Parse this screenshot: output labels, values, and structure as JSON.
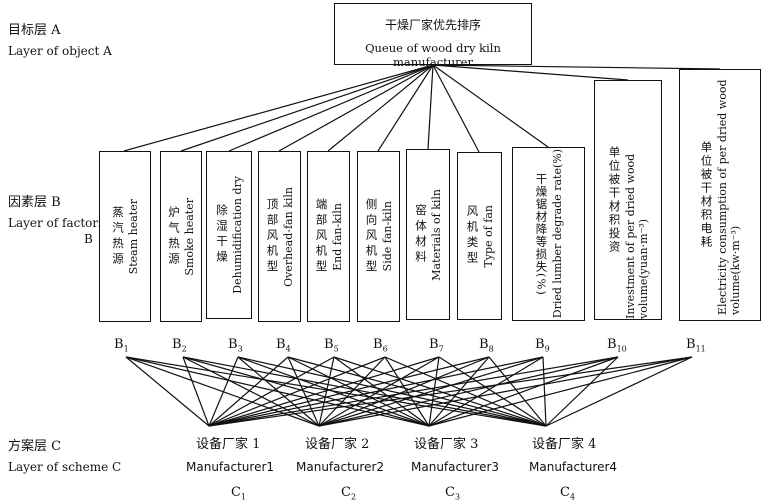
{
  "layers": {
    "objective": {
      "cn": "目标层 A",
      "en": "Layer of object A"
    },
    "factors": {
      "cn": "因素层 B",
      "en": "Layer of factors",
      "en_suffix": "B"
    },
    "scheme": {
      "cn": "方案层 C",
      "en": "Layer of scheme C"
    }
  },
  "goal": {
    "cn": "干燥厂家优先排序",
    "en": "Queue of wood dry kiln manufacturer"
  },
  "factors": [
    {
      "id": "B",
      "sub": "1",
      "cn": "蒸汽热源",
      "en": "Steam heater"
    },
    {
      "id": "B",
      "sub": "2",
      "cn": "炉气热源",
      "en": "Smoke heater"
    },
    {
      "id": "B",
      "sub": "3",
      "cn": "除湿干燥",
      "en": "Dehumidification dry"
    },
    {
      "id": "B",
      "sub": "4",
      "cn": "顶部风机型",
      "en": "Overhead-fan kiln"
    },
    {
      "id": "B",
      "sub": "5",
      "cn": "端部风机型",
      "en": "End fan-kiln"
    },
    {
      "id": "B",
      "sub": "6",
      "cn": "侧向风机型",
      "en": "Side fan-kiln"
    },
    {
      "id": "B",
      "sub": "7",
      "cn": "窑体材料",
      "en": "Materials of kiln"
    },
    {
      "id": "B",
      "sub": "8",
      "cn": "风机类型",
      "en": "Type of fan"
    },
    {
      "id": "B",
      "sub": "9",
      "cn": "干燥锯材降等损失(%)",
      "en": "Dried lumber degrade rate(%)"
    },
    {
      "id": "B",
      "sub": "10",
      "cn": "单位被干材积投资",
      "en": "Investment of per dried wood volume(yuan·m⁻³)"
    },
    {
      "id": "B",
      "sub": "11",
      "cn": "单位被干材积电耗",
      "en": "Electricity consumption of per dried wood volume(kw·m⁻³)"
    }
  ],
  "alternatives": [
    {
      "cn": "设备厂家 1",
      "en": "Manufacturer1",
      "id": "C",
      "sub": "1"
    },
    {
      "cn": "设备厂家 2",
      "en": "Manufacturer2",
      "id": "C",
      "sub": "2"
    },
    {
      "cn": "设备厂家 3",
      "en": "Manufacturer3",
      "id": "C",
      "sub": "3"
    },
    {
      "cn": "设备厂家 4",
      "en": "Manufacturer4",
      "id": "C",
      "sub": "4"
    }
  ],
  "colors": {
    "line": "#111111",
    "background": "#ffffff"
  }
}
